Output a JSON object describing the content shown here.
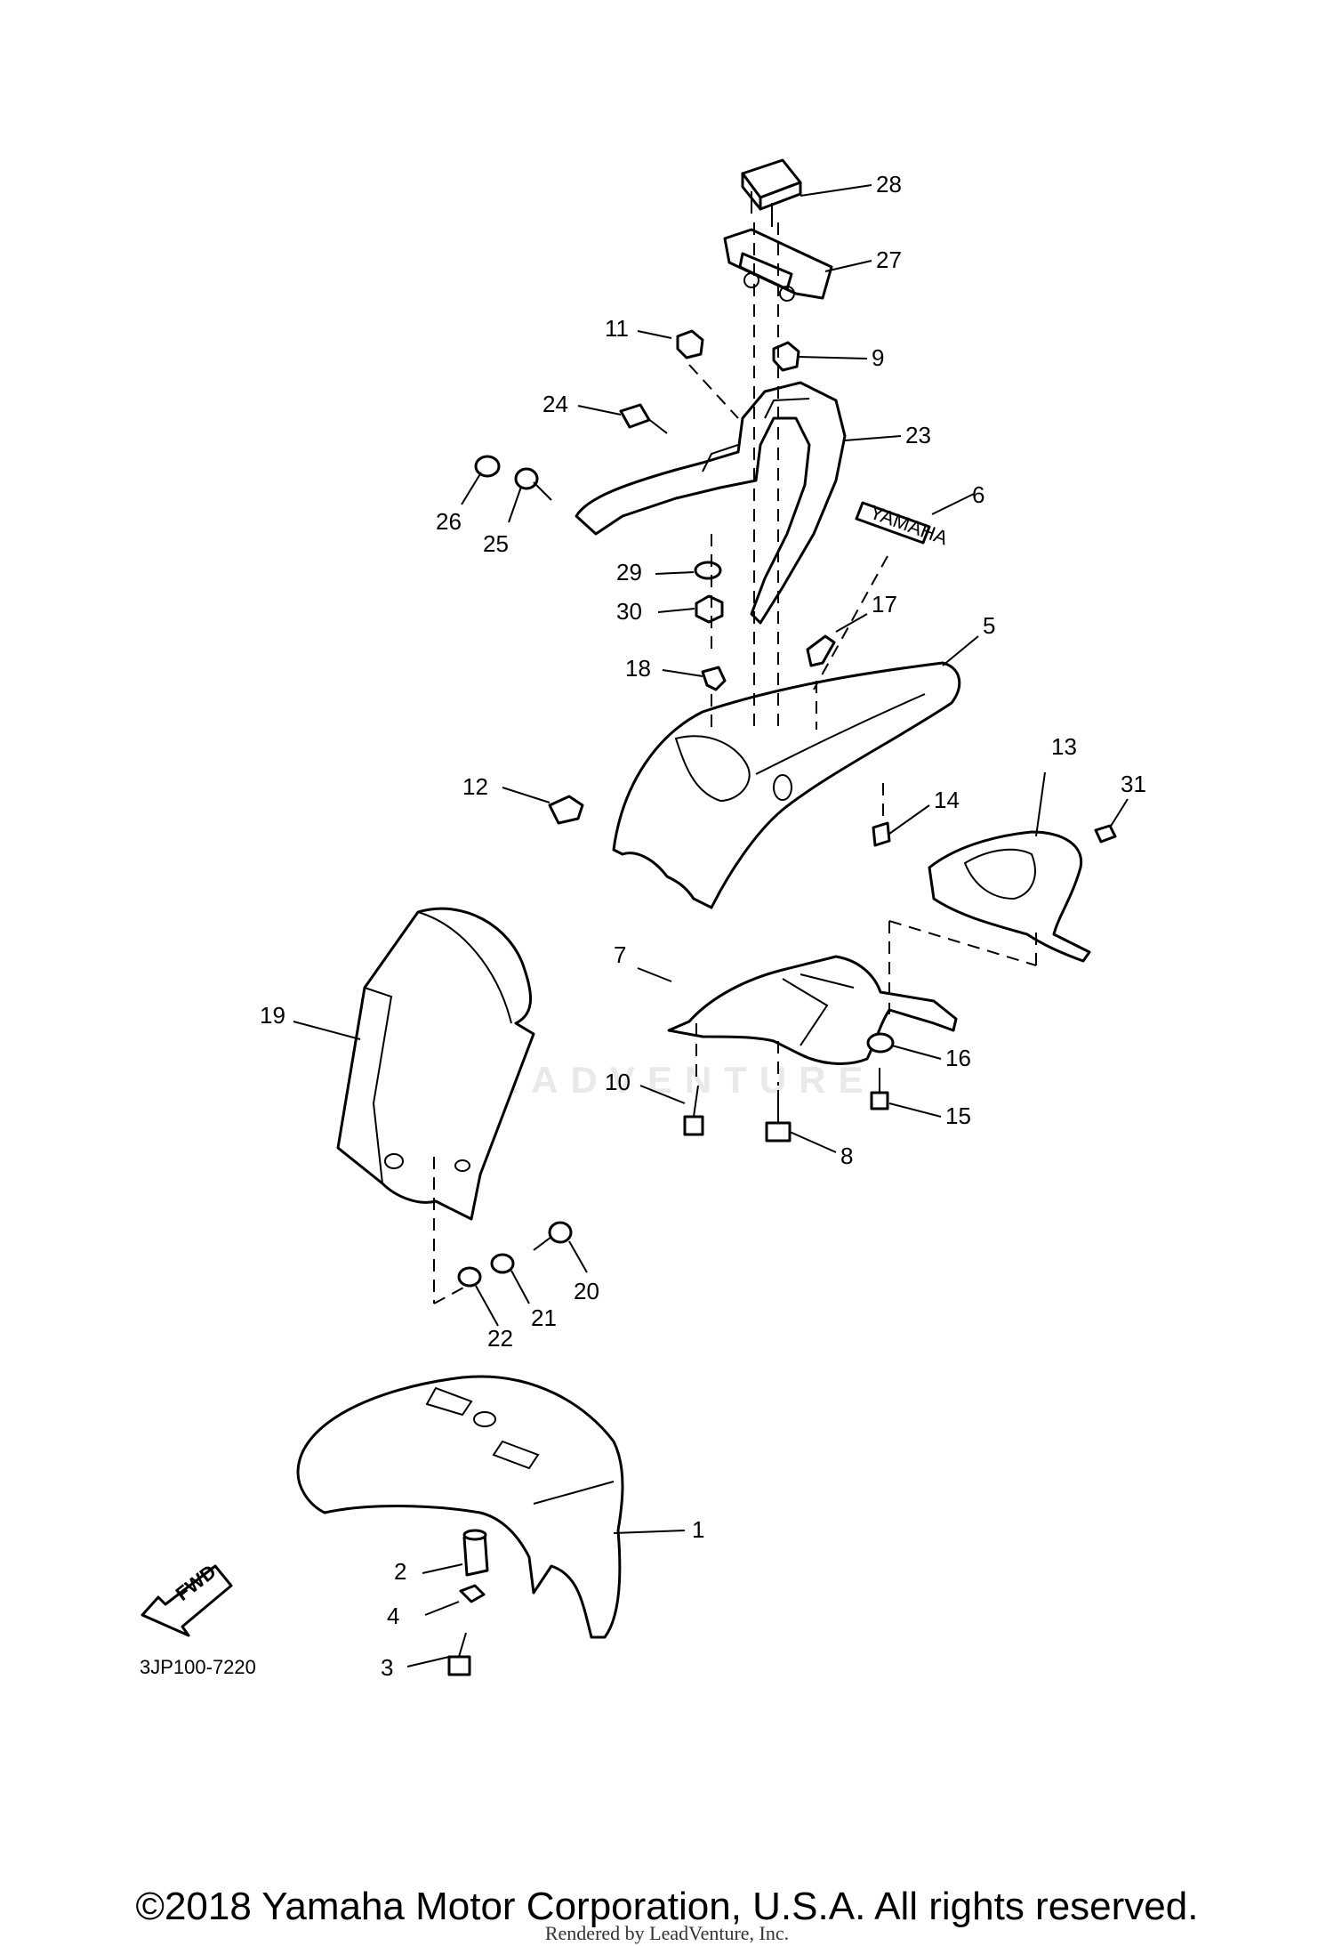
{
  "diagram": {
    "part_labels": [
      "1",
      "2",
      "3",
      "4",
      "5",
      "6",
      "7",
      "8",
      "9",
      "10",
      "11",
      "12",
      "13",
      "14",
      "15",
      "16",
      "17",
      "18",
      "19",
      "20",
      "21",
      "22",
      "23",
      "24",
      "25",
      "26",
      "27",
      "28",
      "29",
      "30",
      "31"
    ],
    "diagram_code": "3JP100-7220",
    "fwd_arrow_text": "FWD",
    "decal_text": "YAMAHA",
    "watermark_text": "LEADVENTURE"
  },
  "footer": {
    "copyright": "©2018 Yamaha Motor Corporation, U.S.A. All rights reserved.",
    "rendered_by": "Rendered by LeadVenture, Inc."
  }
}
